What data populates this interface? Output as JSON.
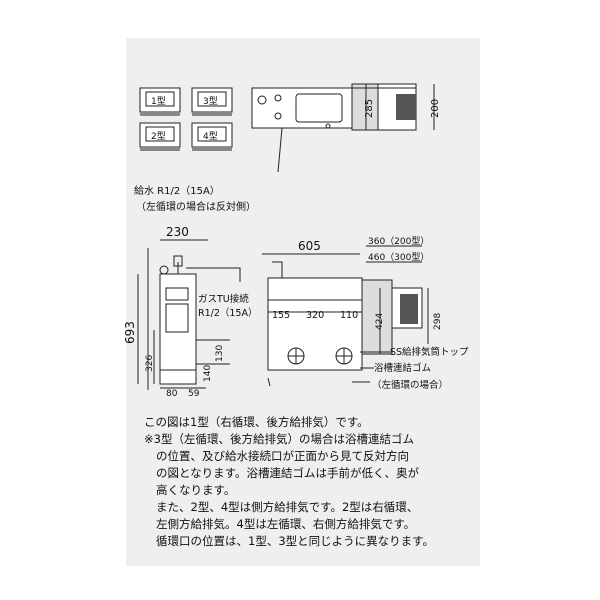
{
  "variants": [
    "1型",
    "3型",
    "2型",
    "4型"
  ],
  "top_view": {
    "dims": [
      "285",
      "200"
    ]
  },
  "front_view": {
    "water_supply": "給水 R1/2（15A）",
    "water_supply_note": "（左循環の場合は反対側）",
    "gas": "ガスTU接続",
    "gas_size": "R1/2（15A）",
    "dims": {
      "width": "230",
      "height": "693",
      "h326": "326",
      "h140": "140",
      "h130": "130",
      "w80": "80",
      "w59": "59"
    }
  },
  "side_view": {
    "dims": {
      "depth": "605",
      "d360": "360（200型）",
      "d460": "460（300型）",
      "a155": "155",
      "a320": "320",
      "a110": "110",
      "h424": "424",
      "h298": "298"
    },
    "labels": {
      "ss_top": "SS給排気筒トップ",
      "bath_rubber": "浴槽連結ゴム",
      "left_circ": "（左循環の場合）"
    }
  },
  "notes": [
    "この図は1型（右循環、後方給排気）です。",
    "※3型（左循環、後方給排気）の場合は浴槽連結ゴム",
    "の位置、及び給水接続口が正面から見て反対方向",
    "の図となります。浴槽連結ゴムは手前が低く、奥が",
    "高くなります。",
    "また、2型、4型は側方給排気です。2型は右循環、",
    "左側方給排気。4型は左循環、右側方給排気です。",
    "循環口の位置は、1型、3型と同じように異なります。"
  ]
}
